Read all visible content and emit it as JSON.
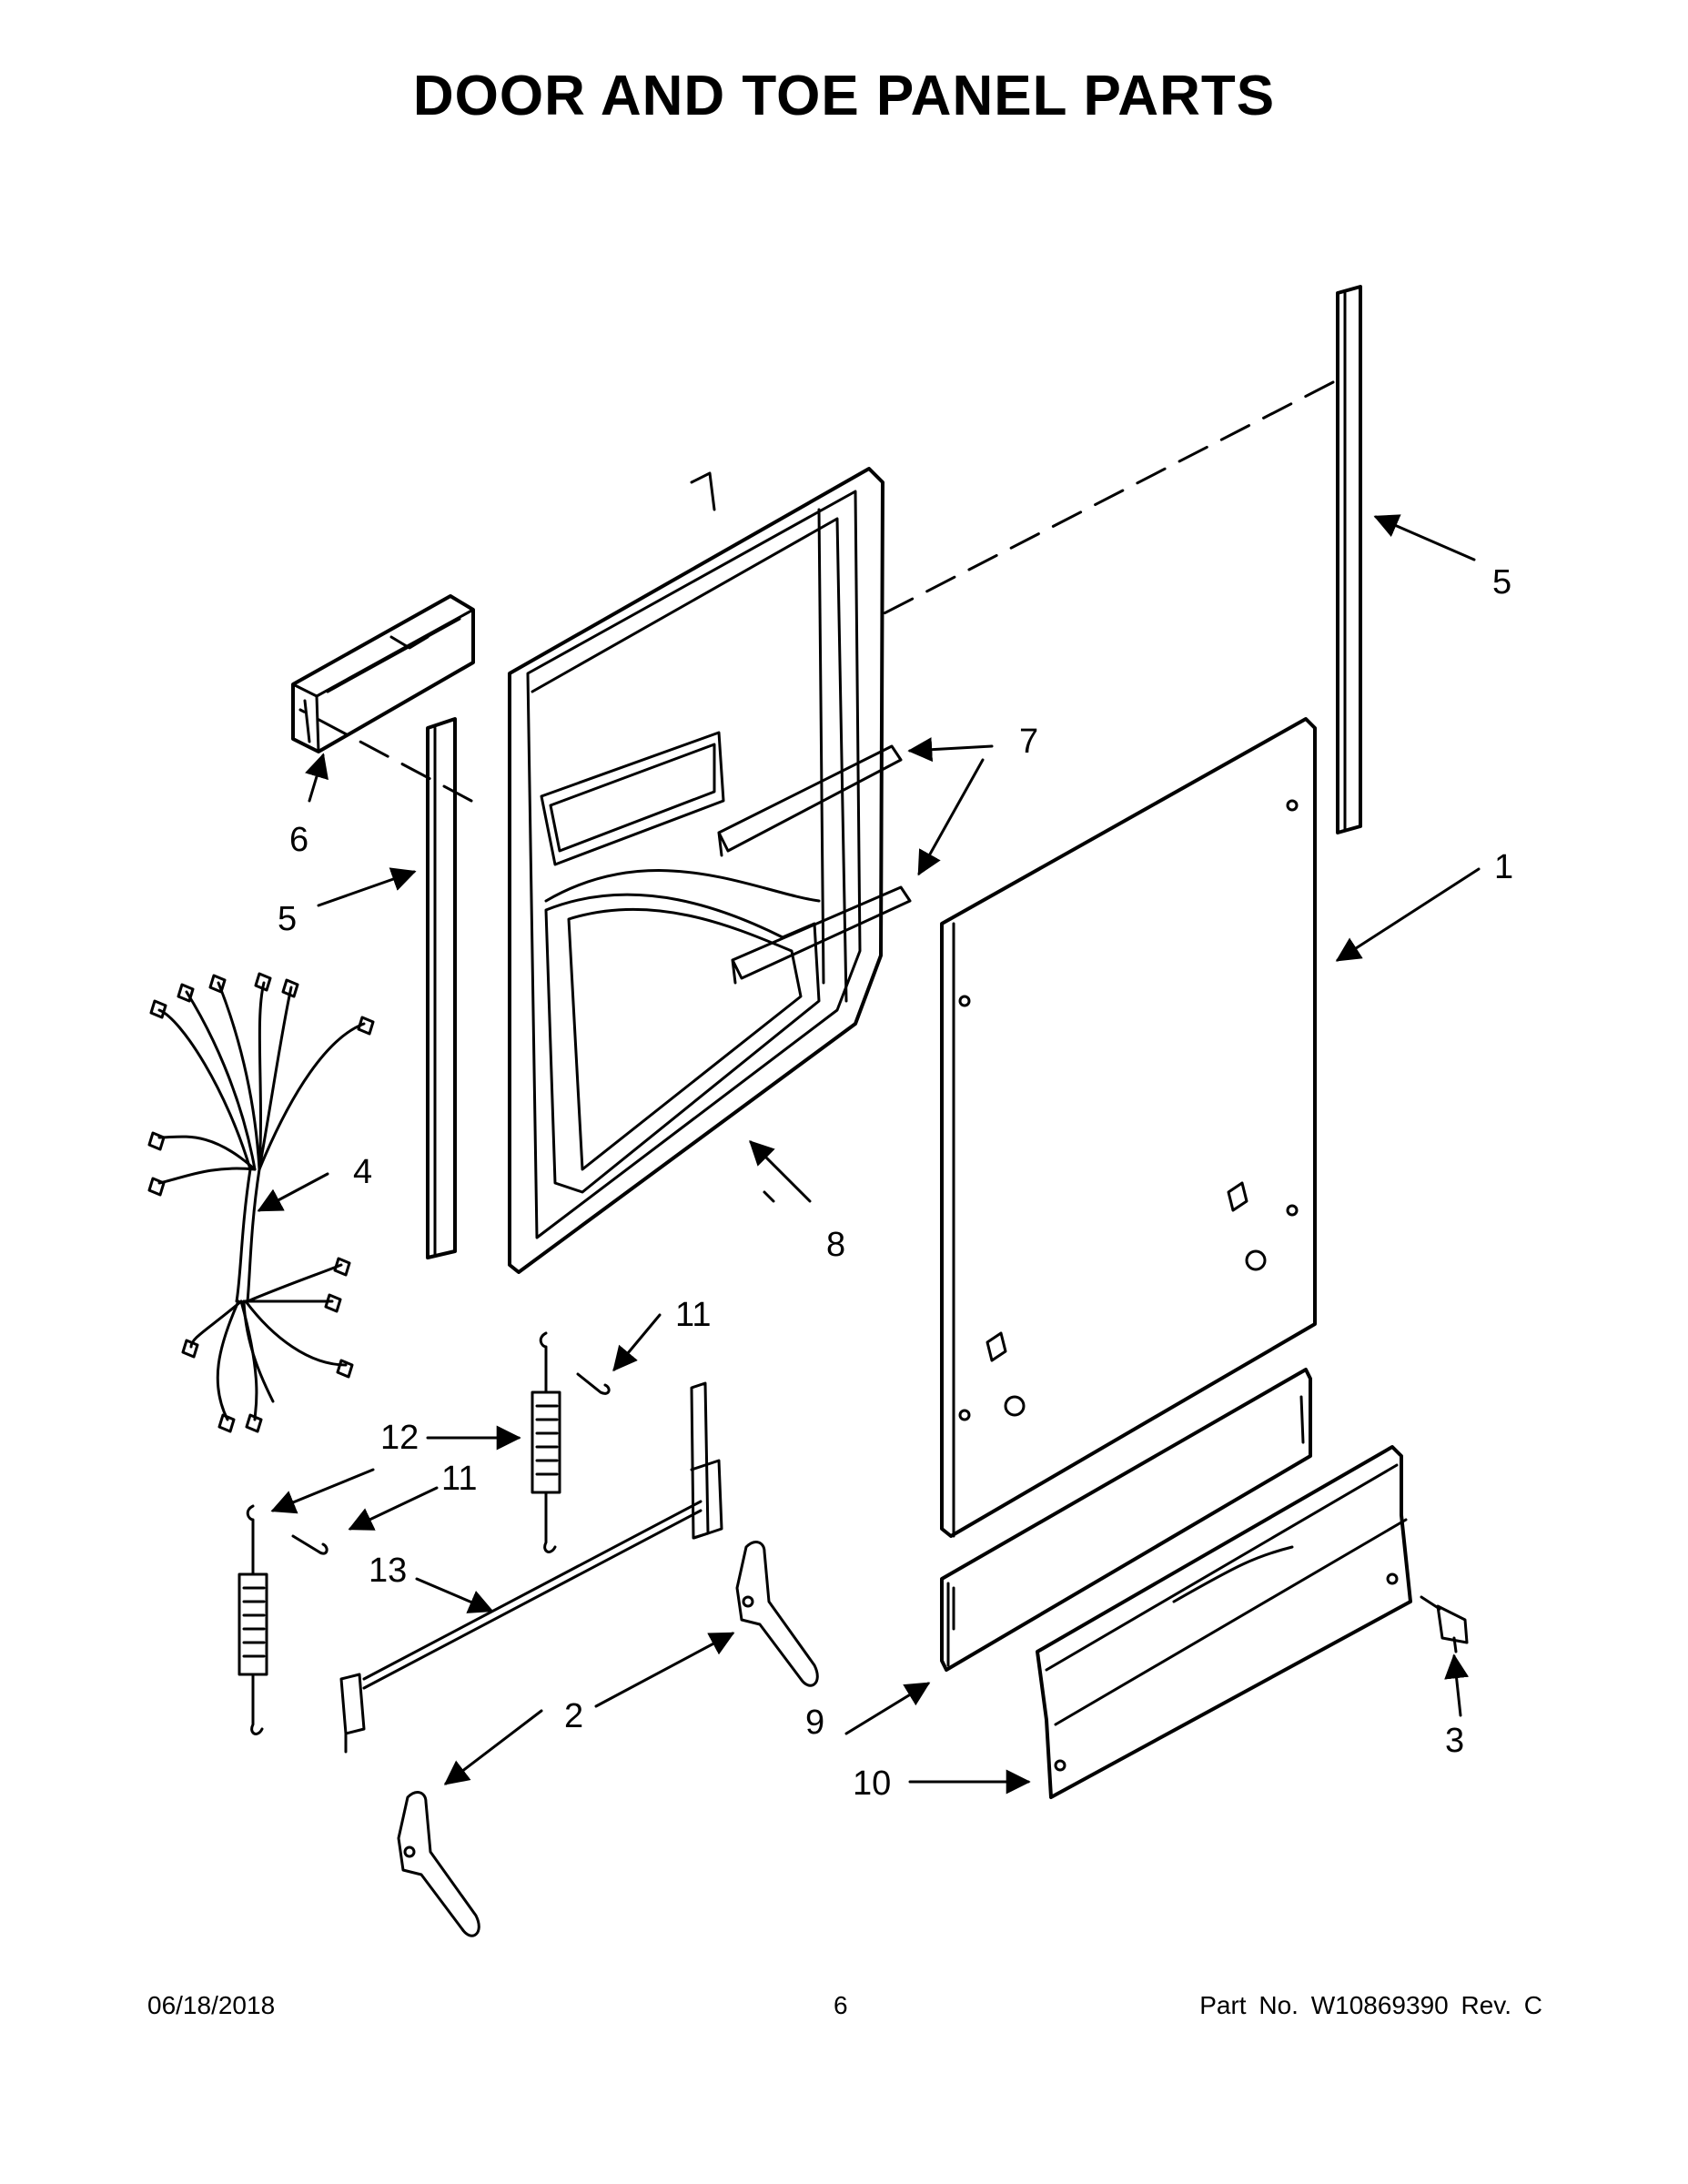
{
  "title": "DOOR AND TOE PANEL PARTS",
  "callouts": [
    "1",
    "2",
    "3",
    "4",
    "5",
    "5",
    "6",
    "7",
    "8",
    "9",
    "10",
    "11",
    "11",
    "12",
    "13"
  ],
  "footer": {
    "date": "06/18/2018",
    "page": "6",
    "part": "Part No.  W10869390  Rev.  C"
  }
}
